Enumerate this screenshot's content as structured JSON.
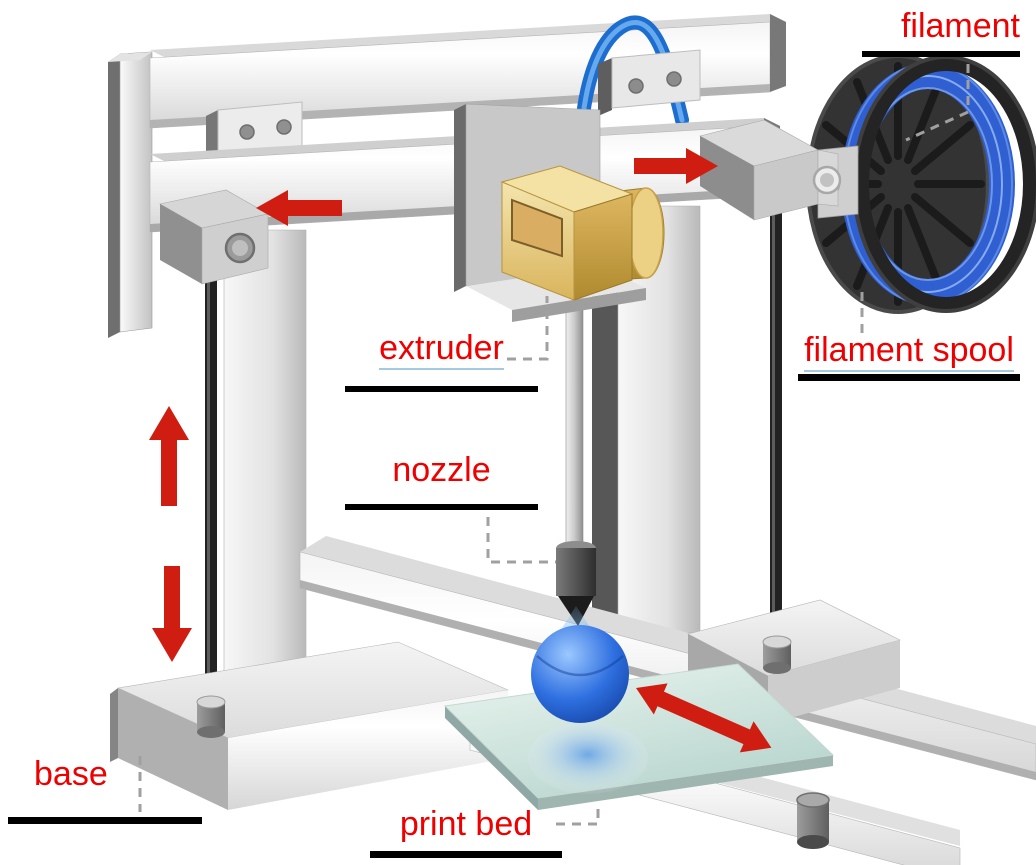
{
  "labels": {
    "filament": "filament",
    "filament_spool": "filament spool",
    "extruder": "extruder",
    "nozzle": "nozzle",
    "base": "base",
    "print_bed": "print bed"
  },
  "arrows": [
    {
      "name": "x-axis-left-arrow",
      "direction": "left"
    },
    {
      "name": "x-axis-right-arrow",
      "direction": "right"
    },
    {
      "name": "z-axis-up-arrow",
      "direction": "up"
    },
    {
      "name": "z-axis-down-arrow",
      "direction": "down"
    },
    {
      "name": "y-axis-double-arrow",
      "direction": "diagonal-both"
    }
  ],
  "colors": {
    "label_red": "#ee0000",
    "arrow_red": "#cf1d11",
    "filament_blue": "#2f5fd0",
    "tube_blue": "#1d6dd0",
    "sphere_blue": "#2a6ad8",
    "underline_black": "#000000",
    "connector_gray": "#a0a0a0"
  }
}
